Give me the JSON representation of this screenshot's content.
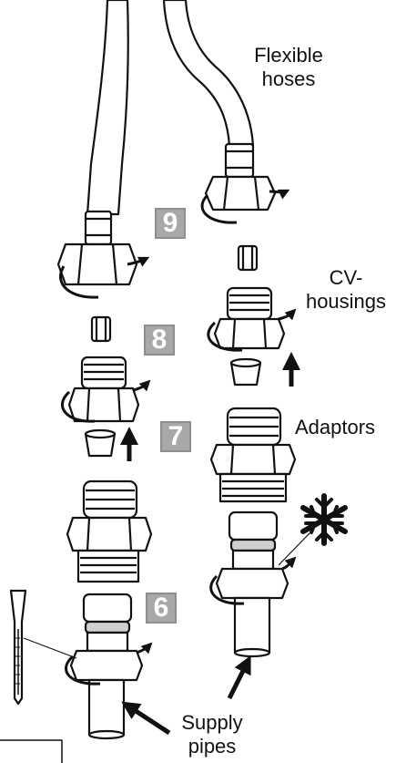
{
  "labels": {
    "flexible_hoses": "Flexible hoses",
    "cv_housings": "CV-housings",
    "cv_line1": "CV-",
    "cv_line2": "housings",
    "adaptors": "Adaptors",
    "supply_pipes_line1": "Supply",
    "supply_pipes_line2": "pipes"
  },
  "steps": [
    "9",
    "8",
    "7",
    "6"
  ],
  "icons": [
    "snowflake-icon",
    "thermometer-icon",
    "rotation-arrow-icon",
    "direction-arrow-icon"
  ],
  "colors": {
    "line": "#111111",
    "fill": "#ffffff",
    "shade": "#cfcfcf",
    "step_box": "#a8a8a8"
  }
}
